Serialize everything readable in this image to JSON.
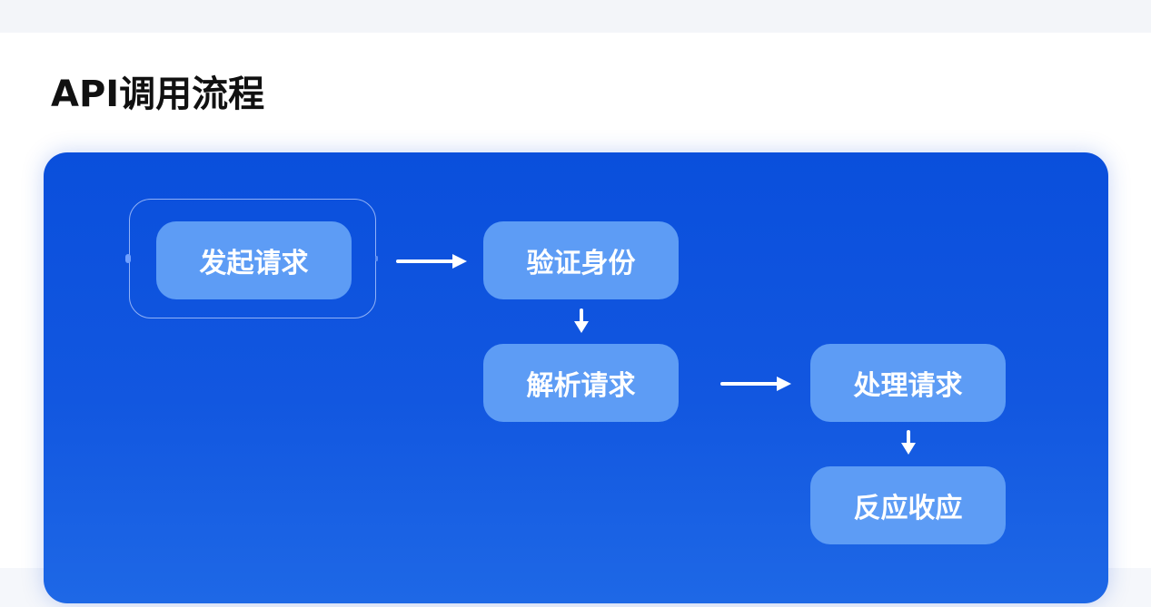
{
  "title": "API调用流程",
  "nodes": {
    "start_request": "发起请求",
    "verify_identity": "验证身份",
    "parse_request": "解析请求",
    "process_request": "处理请求",
    "response": "反应收应"
  },
  "colors": {
    "panel_top": "#0a4fdc",
    "panel_bottom": "#1e68e6",
    "node_fill": "#5d9cf5",
    "node_text": "#ffffff",
    "arrow": "#ffffff",
    "title_text": "#111111"
  }
}
